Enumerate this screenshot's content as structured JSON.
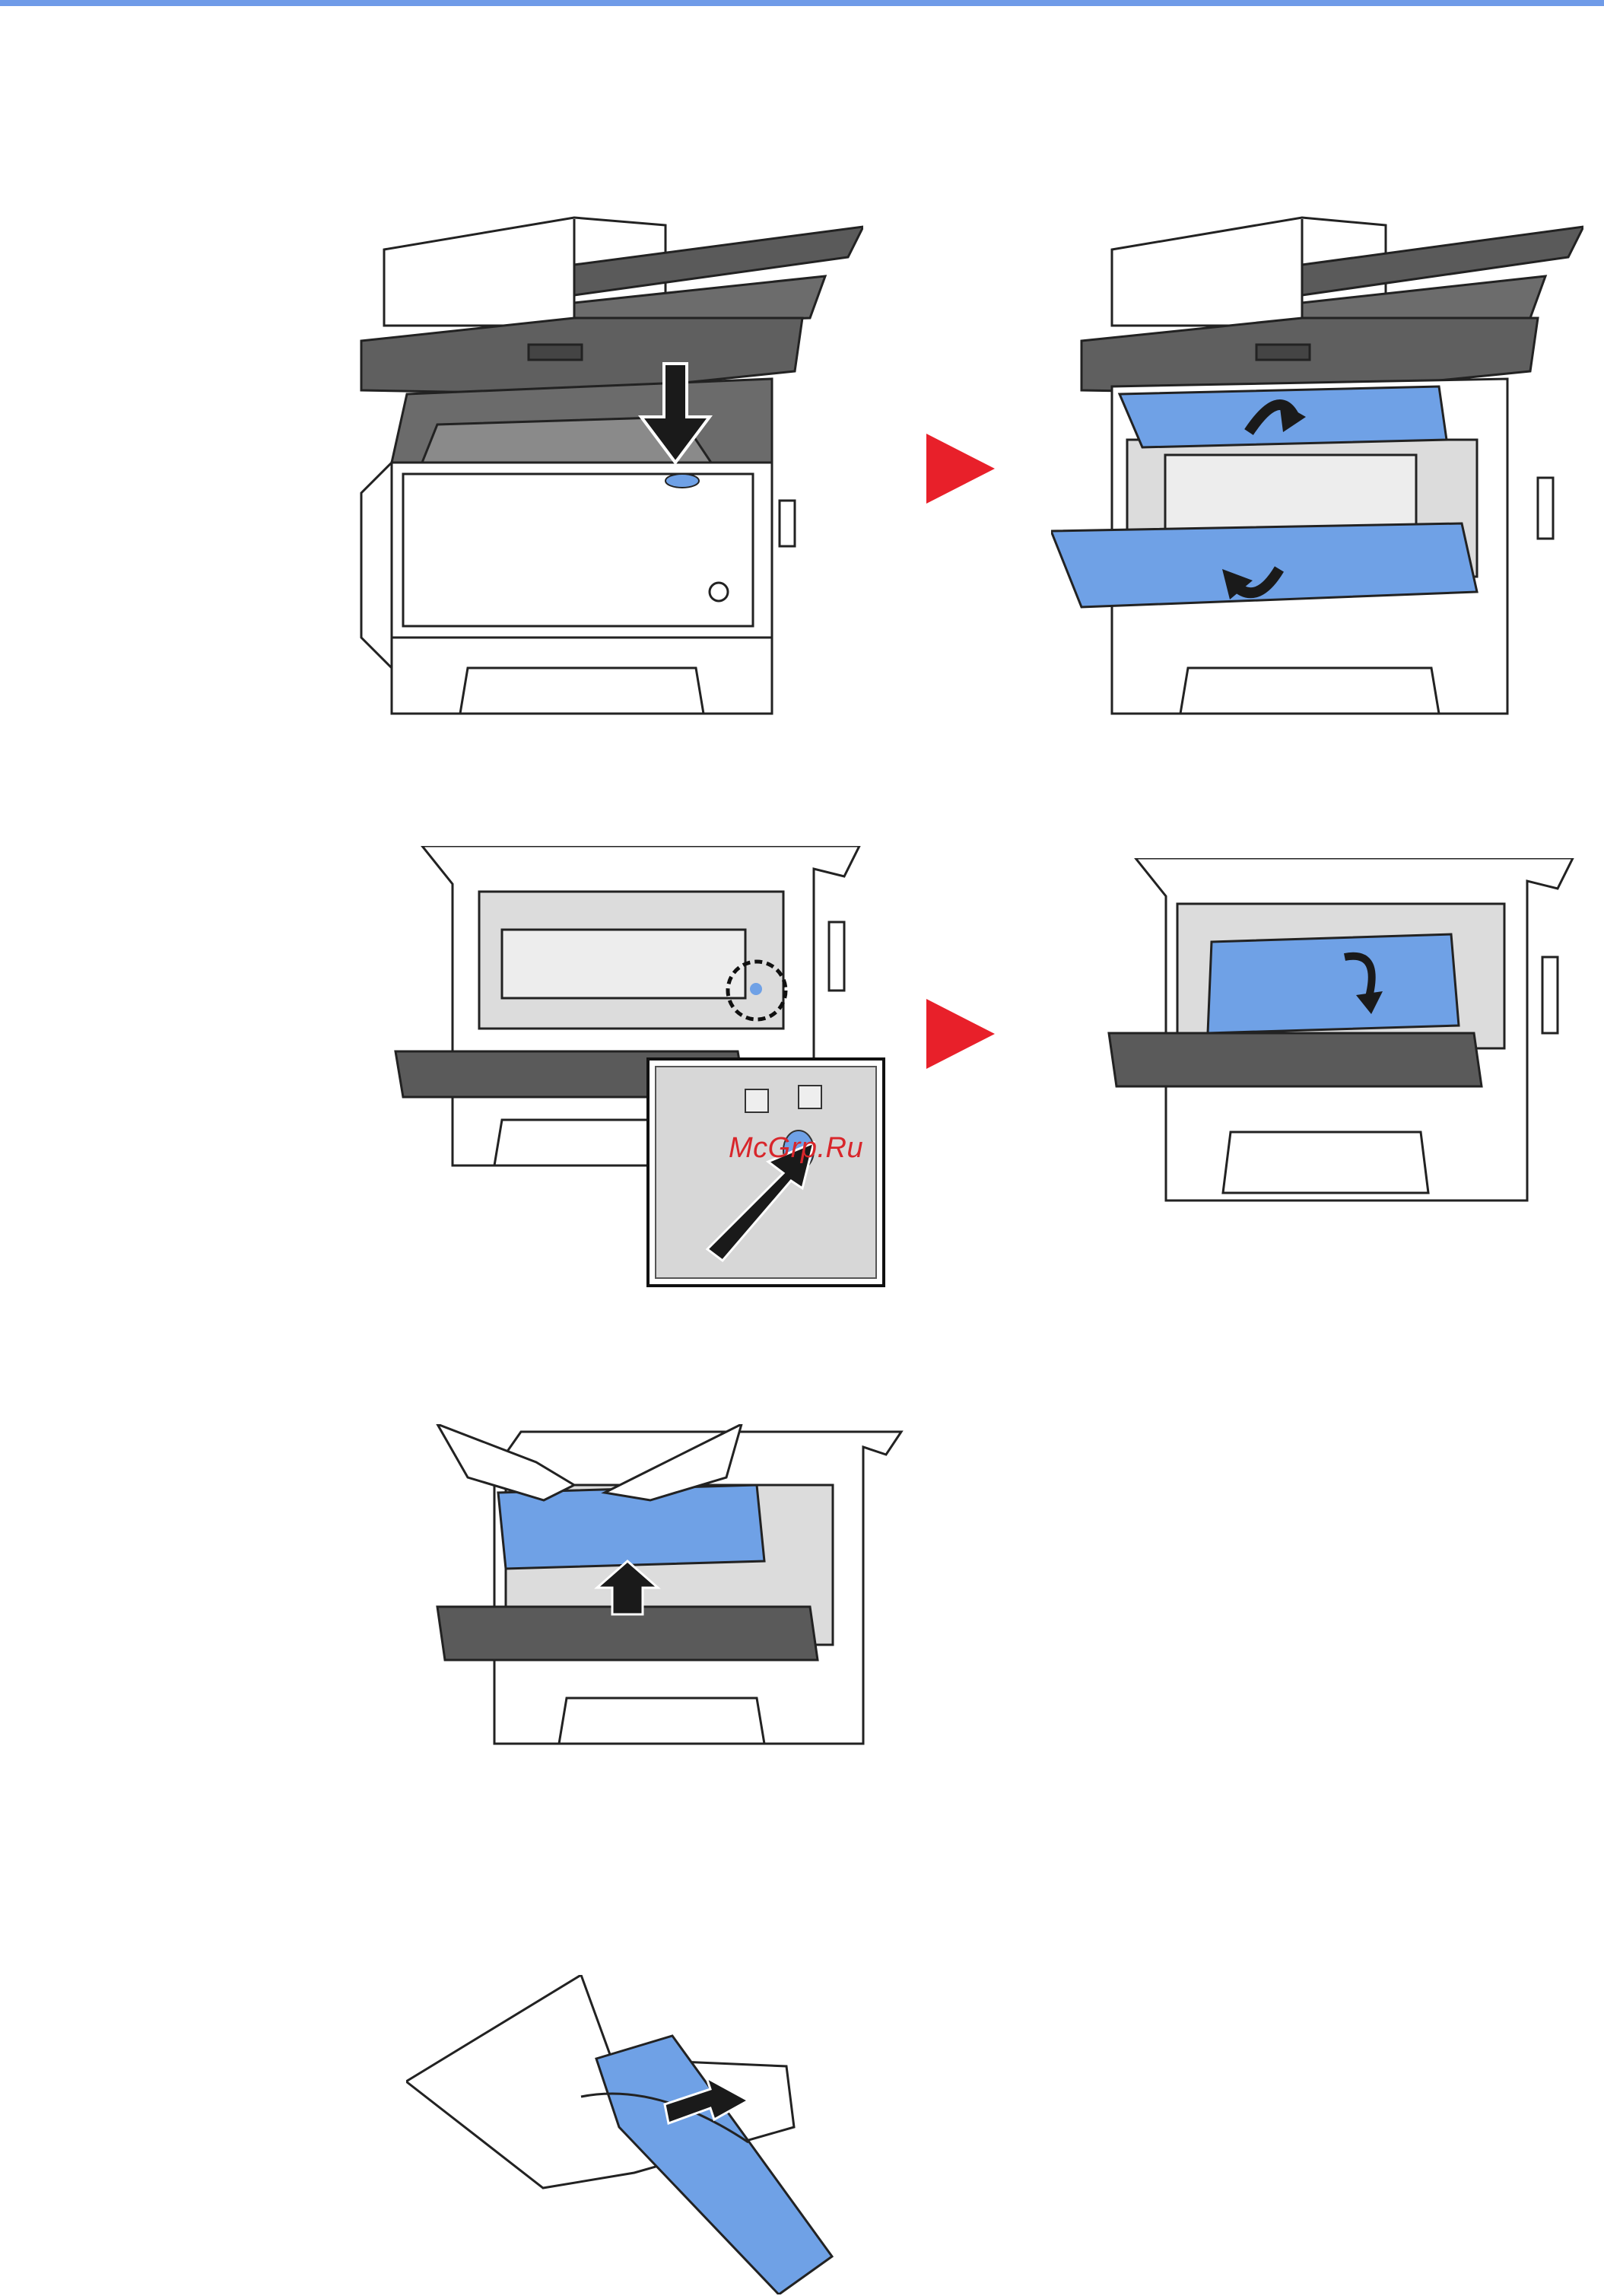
{
  "page": {
    "accent_color": "#6f9be8",
    "part_color": "#6fa1e6",
    "arrow_color": "#e8202a"
  },
  "figures": [
    {
      "name": "press-release-button",
      "icon": "printer-closed-release-button"
    },
    {
      "name": "open-front-and-top-cover",
      "icon": "printer-open-covers"
    },
    {
      "name": "press-lock-lever",
      "icon": "printer-lock-lever-detail"
    },
    {
      "name": "developer-unit-rotated",
      "icon": "printer-developer-unit"
    },
    {
      "name": "lift-out-developer-unit",
      "icon": "hands-removing-unit"
    },
    {
      "name": "insert-into-bag",
      "icon": "unit-in-plastic-bag"
    }
  ],
  "watermark": {
    "text": "McGrp.Ru"
  }
}
